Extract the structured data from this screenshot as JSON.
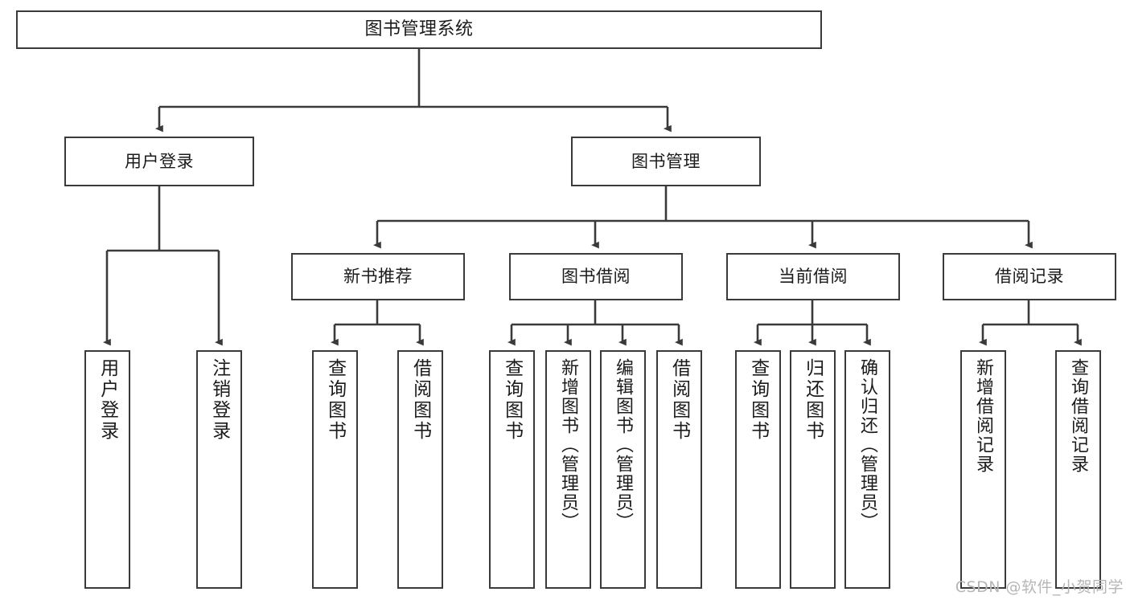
{
  "diagram": {
    "title": "图书管理系统",
    "watermark": "CSDN @软件_小贺同学",
    "colors": {
      "box_border": "#3a3a3a",
      "box_fill": "#ffffff",
      "connector": "#3a3a3a",
      "text": "#1b1b1b",
      "watermark": "#b6b6b6",
      "background": "#ffffff"
    },
    "root": {
      "label": "图书管理系统"
    },
    "level2": [
      {
        "label": "用户登录"
      },
      {
        "label": "图书管理"
      }
    ],
    "level3": [
      {
        "label": "新书推荐"
      },
      {
        "label": "图书借阅"
      },
      {
        "label": "当前借阅"
      },
      {
        "label": "借阅记录"
      }
    ],
    "leaves": {
      "user_login": [
        {
          "label": "用户登录"
        },
        {
          "label": "注销登录"
        }
      ],
      "new_book_recommend": [
        {
          "label": "查询图书"
        },
        {
          "label": "借阅图书"
        }
      ],
      "book_borrow": [
        {
          "label": "查询图书"
        },
        {
          "label": "新增图书（管理员）"
        },
        {
          "label": "编辑图书（管理员）"
        },
        {
          "label": "借阅图书"
        }
      ],
      "current_borrow": [
        {
          "label": "查询图书"
        },
        {
          "label": "归还图书"
        },
        {
          "label": "确认归还（管理员）"
        }
      ],
      "borrow_record": [
        {
          "label": "新增借阅记录"
        },
        {
          "label": "查询借阅记录"
        }
      ]
    }
  }
}
